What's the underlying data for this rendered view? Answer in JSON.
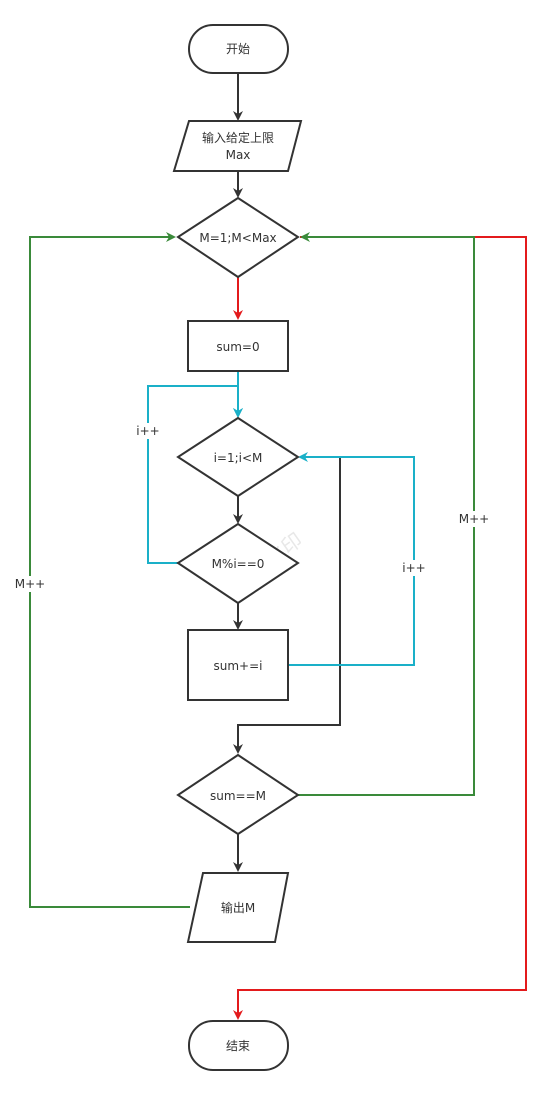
{
  "colors": {
    "stroke": "#333333",
    "text": "#333333",
    "red": "#e31a1c",
    "green": "#3a8a3a",
    "cyan": "#1ab0c8",
    "watermark": "#e8e8e8"
  },
  "nodes": {
    "start": "开始",
    "input_line1": "输入给定上限",
    "input_line2": "Max",
    "loop_m": "M=1;M<Max",
    "init_sum": "sum=0",
    "loop_i": "i=1;i<M",
    "mod_check": "M%i==0",
    "add_sum": "sum+=i",
    "sum_check": "sum==M",
    "output": "输出M",
    "end": "结束"
  },
  "edge_labels": {
    "left_i_inc": "i++",
    "right_i_inc": "i++",
    "left_m_inc": "M++",
    "right_m_inc": "M++"
  },
  "watermark": "可用水印"
}
